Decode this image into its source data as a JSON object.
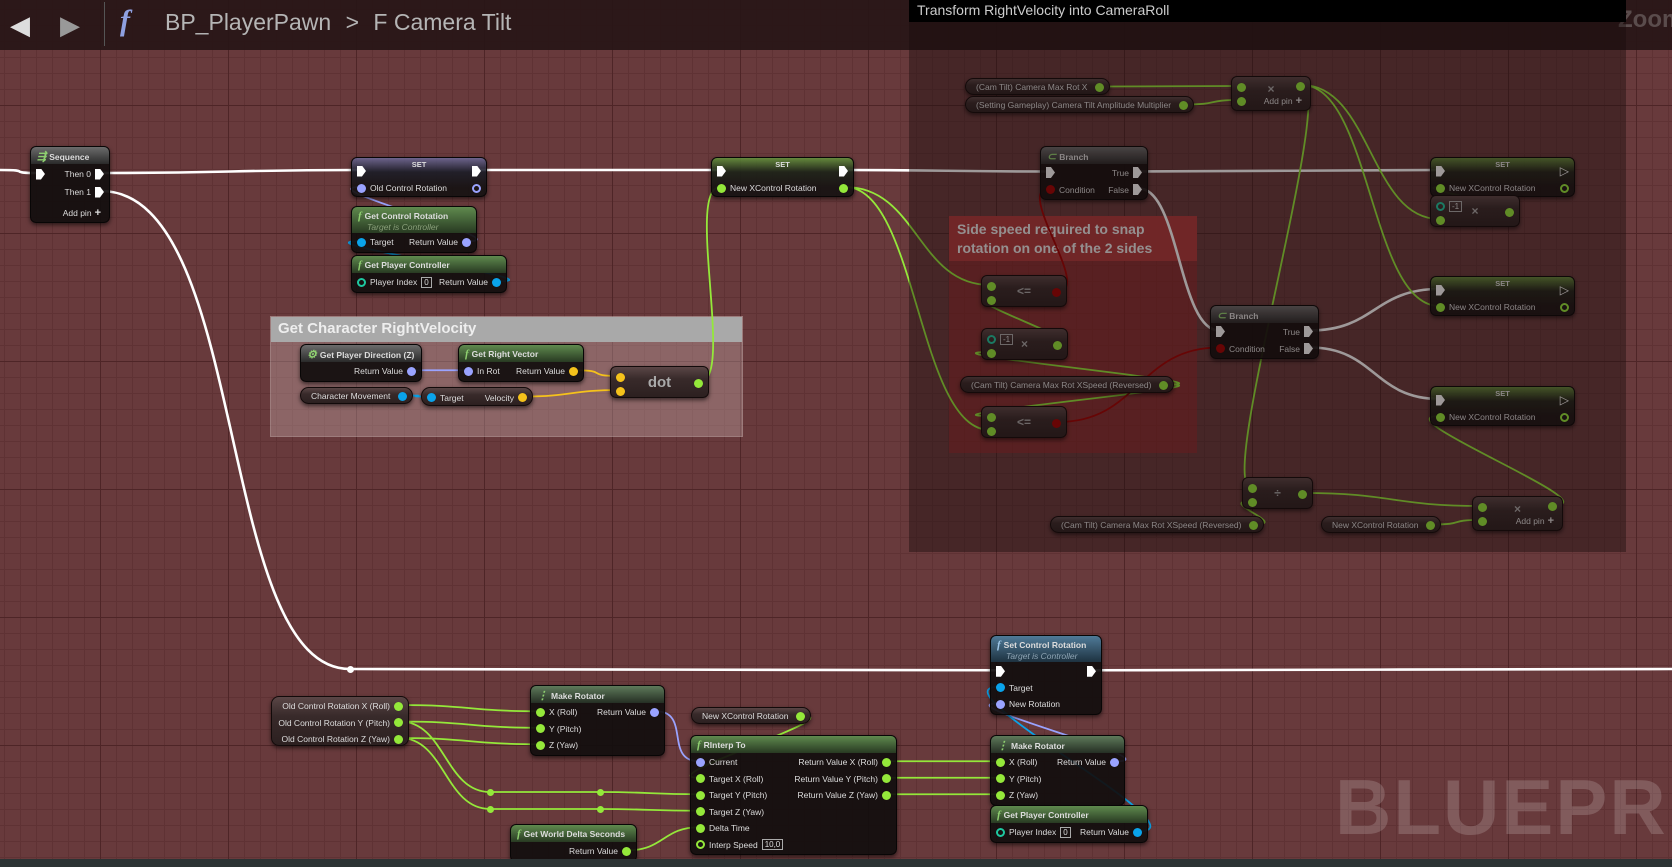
{
  "header": {
    "back_icon": "arrow-left-icon",
    "forward_icon": "arrow-right-icon",
    "function_icon": "f",
    "breadcrumb": [
      "BP_PlayerPawn",
      ">",
      "F Camera Tilt"
    ],
    "zoom_label": "Zoom"
  },
  "comments": {
    "transform": "Transform RightVelocity into CameraRoll",
    "get_velocity": "Get Character RightVelocity",
    "side_speed": "Side speed required to snap\nrotation on one of the 2 sides"
  },
  "watermark": "BLUEPRINT",
  "pin_colors": {
    "exec": "#ffffff",
    "float": "#94e83a",
    "rotator": "#9aa3ff",
    "object": "#0aa3ea",
    "vector": "#f5c21b",
    "bool": "#a00000",
    "int": "#1ec8a0"
  },
  "nodes": [
    {
      "id": "seq",
      "kind": "func",
      "style": "gray",
      "icon": "sequence-icon",
      "title": "Sequence",
      "inputs": [
        {
          "type": "exec",
          "label": ""
        }
      ],
      "outputs": [
        {
          "type": "exec",
          "label": "Then 0"
        },
        {
          "type": "exec",
          "label": "Then 1"
        }
      ],
      "add_pin": "Add pin"
    },
    {
      "id": "set_old",
      "kind": "set",
      "style": "purple",
      "title": "SET",
      "inputs": [
        {
          "type": "exec",
          "label": ""
        },
        {
          "type": "rotator",
          "label": "Old Control Rotation"
        }
      ],
      "outputs": [
        {
          "type": "exec",
          "label": ""
        },
        {
          "type": "rotator",
          "label": "",
          "hollow": true
        }
      ]
    },
    {
      "id": "get_ctrl_rot",
      "kind": "func",
      "style": "func",
      "icon": "function-icon",
      "title": "Get Control Rotation",
      "subtitle": "Target is Controller",
      "inputs": [
        {
          "type": "object",
          "label": "Target"
        }
      ],
      "outputs": [
        {
          "type": "rotator",
          "label": "Return Value"
        }
      ]
    },
    {
      "id": "get_pc1",
      "kind": "func",
      "style": "func",
      "icon": "function-icon",
      "title": "Get Player Controller",
      "inputs": [
        {
          "type": "int",
          "label": "Player Index",
          "value": "0",
          "hollow": true
        }
      ],
      "outputs": [
        {
          "type": "object",
          "label": "Return Value"
        }
      ]
    },
    {
      "id": "get_player_dir",
      "kind": "func",
      "style": "gray",
      "icon": "macro-gear-icon",
      "title": "Get Player Direction (Z)",
      "inputs": [],
      "outputs": [
        {
          "type": "rotator",
          "label": "Return Value"
        }
      ]
    },
    {
      "id": "get_right_vec",
      "kind": "func",
      "style": "func",
      "icon": "function-icon",
      "title": "Get Right Vector",
      "inputs": [
        {
          "type": "rotator",
          "label": "In Rot"
        }
      ],
      "outputs": [
        {
          "type": "vector",
          "label": "Return Value"
        }
      ]
    },
    {
      "id": "char_move",
      "kind": "var",
      "title": "Character Movement",
      "inputs": [],
      "outputs": [
        {
          "type": "object",
          "label": ""
        }
      ]
    },
    {
      "id": "velocity",
      "kind": "var2",
      "title": "",
      "inputs": [
        {
          "type": "object",
          "label": "Target"
        }
      ],
      "outputs": [
        {
          "type": "vector",
          "label": "Velocity"
        }
      ]
    },
    {
      "id": "dot",
      "kind": "op",
      "title": "dot",
      "inputs": [
        {
          "type": "vector"
        },
        {
          "type": "vector"
        }
      ],
      "outputs": [
        {
          "type": "float"
        }
      ]
    },
    {
      "id": "set_new1",
      "kind": "set",
      "style": "green",
      "title": "SET",
      "inputs": [
        {
          "type": "exec",
          "label": ""
        },
        {
          "type": "float",
          "label": "New XControl Rotation"
        }
      ],
      "outputs": [
        {
          "type": "exec",
          "label": ""
        },
        {
          "type": "float",
          "label": ""
        }
      ]
    },
    {
      "id": "v_maxrotx",
      "kind": "var",
      "title": "(Cam Tilt) Camera Max Rot X",
      "inputs": [],
      "outputs": [
        {
          "type": "float"
        }
      ]
    },
    {
      "id": "v_ampl",
      "kind": "var",
      "title": "(Setting Gameplay) Camera Tilt Amplitude Multiplier",
      "inputs": [],
      "outputs": [
        {
          "type": "float"
        }
      ]
    },
    {
      "id": "mul_top",
      "kind": "op",
      "title": "×",
      "inputs": [
        {
          "type": "float"
        },
        {
          "type": "float"
        }
      ],
      "outputs": [
        {
          "type": "float"
        }
      ],
      "add_pin": "Add pin"
    },
    {
      "id": "branch1",
      "kind": "func",
      "style": "gray",
      "icon": "branch-icon",
      "title": "Branch",
      "inputs": [
        {
          "type": "exec",
          "label": ""
        },
        {
          "type": "bool",
          "label": "Condition"
        }
      ],
      "outputs": [
        {
          "type": "exec",
          "label": "True"
        },
        {
          "type": "exec",
          "label": "False"
        }
      ]
    },
    {
      "id": "le1",
      "kind": "op",
      "title": "<=",
      "inputs": [
        {
          "type": "float"
        },
        {
          "type": "float"
        }
      ],
      "outputs": [
        {
          "type": "bool"
        }
      ]
    },
    {
      "id": "mul_neg",
      "kind": "op",
      "title": "×",
      "inputs": [
        {
          "type": "int",
          "value": "-1",
          "hollow": true
        },
        {
          "type": "float"
        }
      ],
      "outputs": [
        {
          "type": "float"
        }
      ]
    },
    {
      "id": "v_xspeed1",
      "kind": "var",
      "title": "(Cam Tilt) Camera Max Rot XSpeed (Reversed)",
      "inputs": [],
      "outputs": [
        {
          "type": "float"
        }
      ]
    },
    {
      "id": "le2",
      "kind": "op",
      "title": "<=",
      "inputs": [
        {
          "type": "float"
        },
        {
          "type": "float"
        }
      ],
      "outputs": [
        {
          "type": "bool"
        }
      ]
    },
    {
      "id": "branch2",
      "kind": "func",
      "style": "gray",
      "icon": "branch-icon",
      "title": "Branch",
      "inputs": [
        {
          "type": "exec",
          "label": ""
        },
        {
          "type": "bool",
          "label": "Condition"
        }
      ],
      "outputs": [
        {
          "type": "exec",
          "label": "True"
        },
        {
          "type": "exec",
          "label": "False"
        }
      ]
    },
    {
      "id": "set_r1",
      "kind": "set",
      "style": "green",
      "title": "SET",
      "inputs": [
        {
          "type": "exec",
          "label": ""
        },
        {
          "type": "float",
          "label": "New XControl Rotation"
        }
      ],
      "outputs": [
        {
          "type": "exec",
          "label": "",
          "hollow": true
        },
        {
          "type": "float",
          "label": "",
          "hollow": true
        }
      ]
    },
    {
      "id": "mul_neg2",
      "kind": "op",
      "title": "×",
      "inputs": [
        {
          "type": "int",
          "value": "-1",
          "hollow": true
        },
        {
          "type": "float"
        }
      ],
      "outputs": [
        {
          "type": "float"
        }
      ]
    },
    {
      "id": "set_r2",
      "kind": "set",
      "style": "green",
      "title": "SET",
      "inputs": [
        {
          "type": "exec",
          "label": ""
        },
        {
          "type": "float",
          "label": "New XControl Rotation"
        }
      ],
      "outputs": [
        {
          "type": "exec",
          "label": "",
          "hollow": true
        },
        {
          "type": "float",
          "label": "",
          "hollow": true
        }
      ]
    },
    {
      "id": "set_r3",
      "kind": "set",
      "style": "green",
      "title": "SET",
      "inputs": [
        {
          "type": "exec",
          "label": ""
        },
        {
          "type": "float",
          "label": "New XControl Rotation"
        }
      ],
      "outputs": [
        {
          "type": "exec",
          "label": "",
          "hollow": true
        },
        {
          "type": "float",
          "label": "",
          "hollow": true
        }
      ]
    },
    {
      "id": "div",
      "kind": "op",
      "title": "÷",
      "inputs": [
        {
          "type": "float"
        },
        {
          "type": "float"
        }
      ],
      "outputs": [
        {
          "type": "float"
        }
      ]
    },
    {
      "id": "v_xspeed2",
      "kind": "var",
      "title": "(Cam Tilt) Camera Max Rot XSpeed (Reversed)",
      "inputs": [],
      "outputs": [
        {
          "type": "float"
        }
      ]
    },
    {
      "id": "v_newx1",
      "kind": "var",
      "title": "New XControl Rotation",
      "inputs": [],
      "outputs": [
        {
          "type": "float"
        }
      ]
    },
    {
      "id": "mul_bot",
      "kind": "op",
      "title": "×",
      "inputs": [
        {
          "type": "float"
        },
        {
          "type": "float"
        }
      ],
      "outputs": [
        {
          "type": "float"
        }
      ],
      "add_pin": "Add pin"
    },
    {
      "id": "set_ctrl_rot",
      "kind": "func",
      "style": "blue",
      "icon": "function-icon",
      "title": "Set Control Rotation",
      "subtitle": "Target is Controller",
      "inputs": [
        {
          "type": "exec",
          "label": ""
        },
        {
          "type": "object",
          "label": "Target"
        },
        {
          "type": "rotator",
          "label": "New Rotation"
        }
      ],
      "outputs": [
        {
          "type": "exec",
          "label": ""
        }
      ]
    },
    {
      "id": "make_rot2",
      "kind": "func",
      "style": "struct",
      "icon": "make-struct-icon",
      "title": "Make Rotator",
      "inputs": [
        {
          "type": "float",
          "label": "X (Roll)"
        },
        {
          "type": "float",
          "label": "Y (Pitch)"
        },
        {
          "type": "float",
          "label": "Z (Yaw)"
        }
      ],
      "outputs": [
        {
          "type": "rotator",
          "label": "Return Value"
        }
      ]
    },
    {
      "id": "get_pc2",
      "kind": "func",
      "style": "func",
      "icon": "function-icon",
      "title": "Get Player Controller",
      "inputs": [
        {
          "type": "int",
          "label": "Player Index",
          "value": "0",
          "hollow": true
        }
      ],
      "outputs": [
        {
          "type": "object",
          "label": "Return Value"
        }
      ]
    },
    {
      "id": "break_old",
      "kind": "multi",
      "title": "",
      "inputs": [],
      "outputs": [
        {
          "type": "float",
          "label": "Old Control Rotation X (Roll)"
        },
        {
          "type": "float",
          "label": "Old Control Rotation Y (Pitch)"
        },
        {
          "type": "float",
          "label": "Old Control Rotation Z (Yaw)"
        }
      ]
    },
    {
      "id": "make_rot1",
      "kind": "func",
      "style": "struct",
      "icon": "make-struct-icon",
      "title": "Make Rotator",
      "inputs": [
        {
          "type": "float",
          "label": "X (Roll)"
        },
        {
          "type": "float",
          "label": "Y (Pitch)"
        },
        {
          "type": "float",
          "label": "Z (Yaw)"
        }
      ],
      "outputs": [
        {
          "type": "rotator",
          "label": "Return Value"
        }
      ]
    },
    {
      "id": "v_newx2",
      "kind": "var",
      "title": "New XControl Rotation",
      "inputs": [],
      "outputs": [
        {
          "type": "float"
        }
      ]
    },
    {
      "id": "rinterp",
      "kind": "func",
      "style": "func",
      "icon": "function-icon",
      "title": "RInterp To",
      "inputs": [
        {
          "type": "rotator",
          "label": "Current"
        },
        {
          "type": "float",
          "label": "Target X (Roll)"
        },
        {
          "type": "float",
          "label": "Target Y (Pitch)"
        },
        {
          "type": "float",
          "label": "Target Z (Yaw)"
        },
        {
          "type": "float",
          "label": "Delta Time"
        },
        {
          "type": "float",
          "label": "Interp Speed",
          "value": "10,0",
          "hollow": true
        }
      ],
      "outputs": [
        {
          "type": "float",
          "label": "Return Value X (Roll)"
        },
        {
          "type": "float",
          "label": "Return Value Y (Pitch)"
        },
        {
          "type": "float",
          "label": "Return Value Z (Yaw)"
        }
      ]
    },
    {
      "id": "get_wds",
      "kind": "func",
      "style": "func",
      "icon": "function-icon",
      "title": "Get World Delta Seconds",
      "inputs": [],
      "outputs": [
        {
          "type": "float",
          "label": "Return Value"
        }
      ]
    }
  ]
}
